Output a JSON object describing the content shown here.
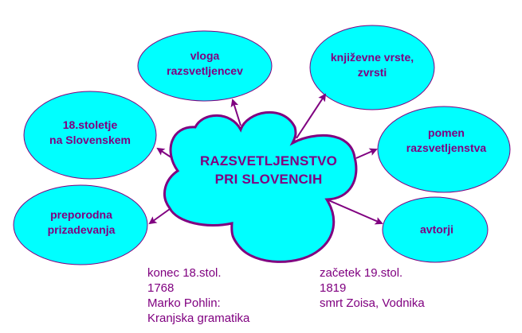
{
  "colors": {
    "fill": "#00FFFF",
    "stroke": "#800080",
    "text": "#800080",
    "background": "#FFFFFF"
  },
  "center": {
    "line1": "RAZSVETLJENSTVO",
    "line2": "PRI SLOVENCIH"
  },
  "nodes": [
    {
      "id": "vloga",
      "line1": "vloga",
      "line2": "razsvetljencev"
    },
    {
      "id": "knjizevne",
      "line1": "književne vrste,",
      "line2": "zvrsti"
    },
    {
      "id": "stoletje",
      "line1": "18.stoletje",
      "line2": "na Slovenskem"
    },
    {
      "id": "pomen",
      "line1": "pomen",
      "line2": "razsvetljenstva"
    },
    {
      "id": "preporodna",
      "line1": "preporodna",
      "line2": "prizadevanja"
    },
    {
      "id": "avtorji",
      "line1": "avtorji",
      "line2": ""
    }
  ],
  "notes": {
    "left": [
      "konec 18.stol.",
      "1768",
      "Marko Pohlin:",
      "Kranjska gramatika"
    ],
    "right": [
      "začetek 19.stol.",
      "1819",
      "smrt Zoisa, Vodnika"
    ]
  }
}
